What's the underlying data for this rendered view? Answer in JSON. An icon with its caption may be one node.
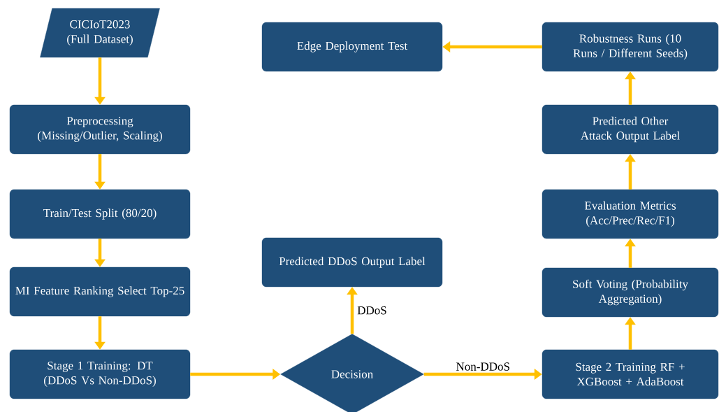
{
  "diagram": {
    "nodes": [
      {
        "text": [
          "CICIoT2023 (Full Dataset)"
        ]
      },
      {
        "text": [
          "Preprocessing (Missing/Outlier, Scaling)"
        ]
      },
      {
        "text": [
          "Train/Test Split (80/20)"
        ]
      },
      {
        "text": [
          "MI Feature Ranking Select Top-25"
        ]
      },
      {
        "text": [
          "Stage 1 Training: DT (DDoS Vs Non-DDoS)"
        ]
      },
      {
        "text": [
          "Decision"
        ]
      },
      {
        "text": [
          "Predicted DDoS Output Label"
        ]
      },
      {
        "text": [
          "Edge Deployment Test"
        ]
      },
      {
        "text": [
          "Stage 2 Training RF + XGBoost + AdaBoost"
        ]
      },
      {
        "text": [
          "Soft Voting (Probability Aggregation)"
        ]
      },
      {
        "text": [
          "Evaluation Metrics (Acc/Prec/Rec/F1)"
        ]
      },
      {
        "text": [
          "Predicted Other Attack Output Label"
        ]
      },
      {
        "text": [
          "Robustness Runs (10 Runs / Different Seeds)"
        ]
      }
    ],
    "edges": [
      {
        "from": 0,
        "to": 1,
        "arrow": "to"
      },
      {
        "from": 1,
        "to": 2,
        "arrow": "to"
      },
      {
        "from": 2,
        "to": 3,
        "arrow": "to"
      },
      {
        "from": 3,
        "to": 4,
        "arrow": "to"
      },
      {
        "from": 4,
        "to": 5,
        "arrow": "to"
      },
      {
        "from": 5,
        "to": 6,
        "arrow": "to",
        "label": "DDoS"
      },
      {
        "from": 5,
        "to": 8,
        "arrow": "to",
        "label": "Non-DDoS"
      },
      {
        "from": 8,
        "to": 9,
        "arrow": "to"
      },
      {
        "from": 9,
        "to": 10,
        "arrow": "to"
      },
      {
        "from": 10,
        "to": 11,
        "arrow": "to"
      },
      {
        "from": 11,
        "to": 12,
        "arrow": "to"
      },
      {
        "from": 12,
        "to": 7,
        "arrow": "to"
      }
    ]
  }
}
